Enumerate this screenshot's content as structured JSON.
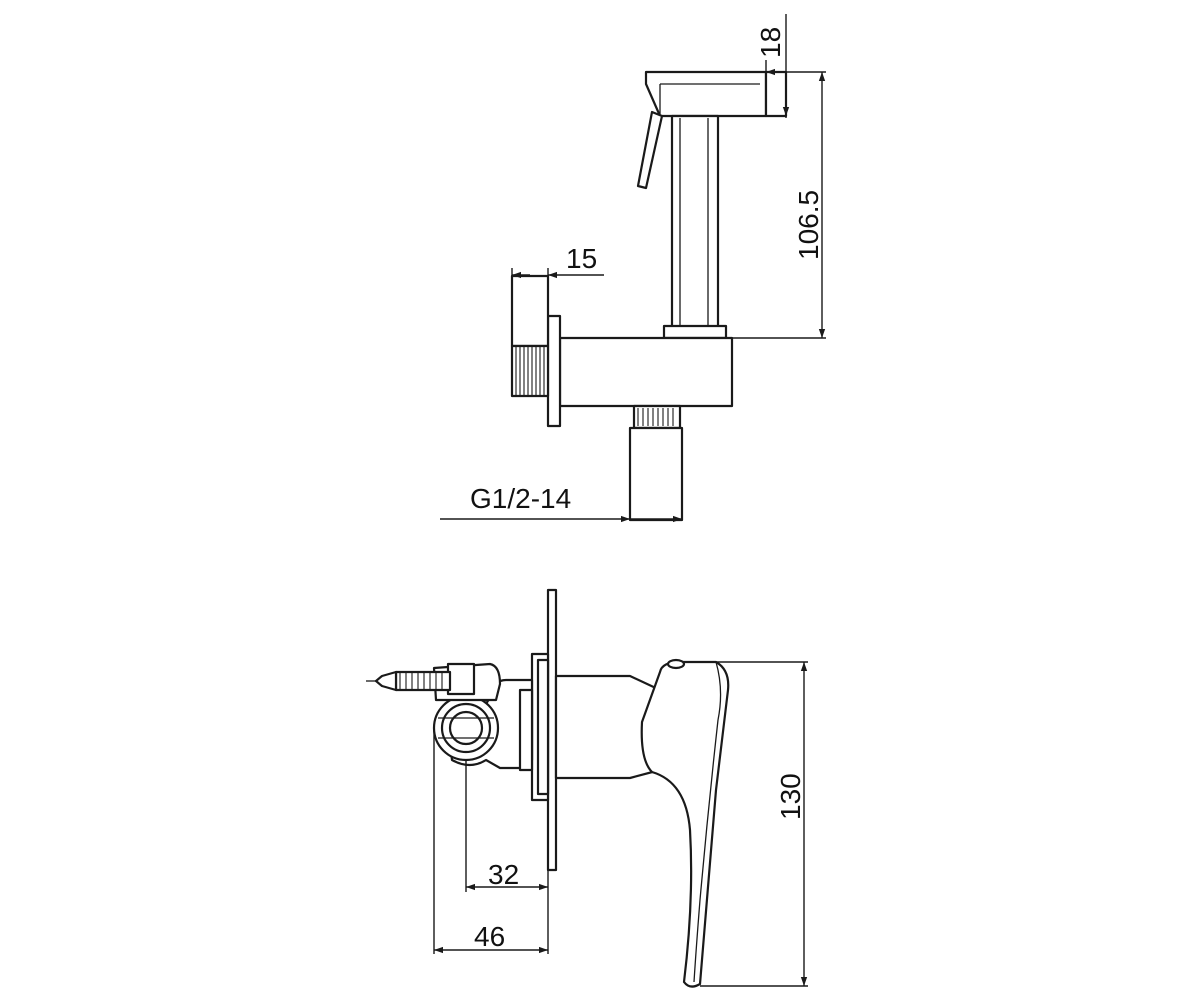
{
  "dimensions": {
    "top_view": {
      "spray_head_depth": "18",
      "hose_height": "106.5",
      "wall_offset": "15",
      "inlet_thread": "G1/2-14"
    },
    "bottom_view": {
      "body_height": "130",
      "outlet_axis_offset": "32",
      "overall_depth": "46"
    }
  },
  "colors": {
    "line": "#1a1a1a",
    "background": "#ffffff"
  }
}
